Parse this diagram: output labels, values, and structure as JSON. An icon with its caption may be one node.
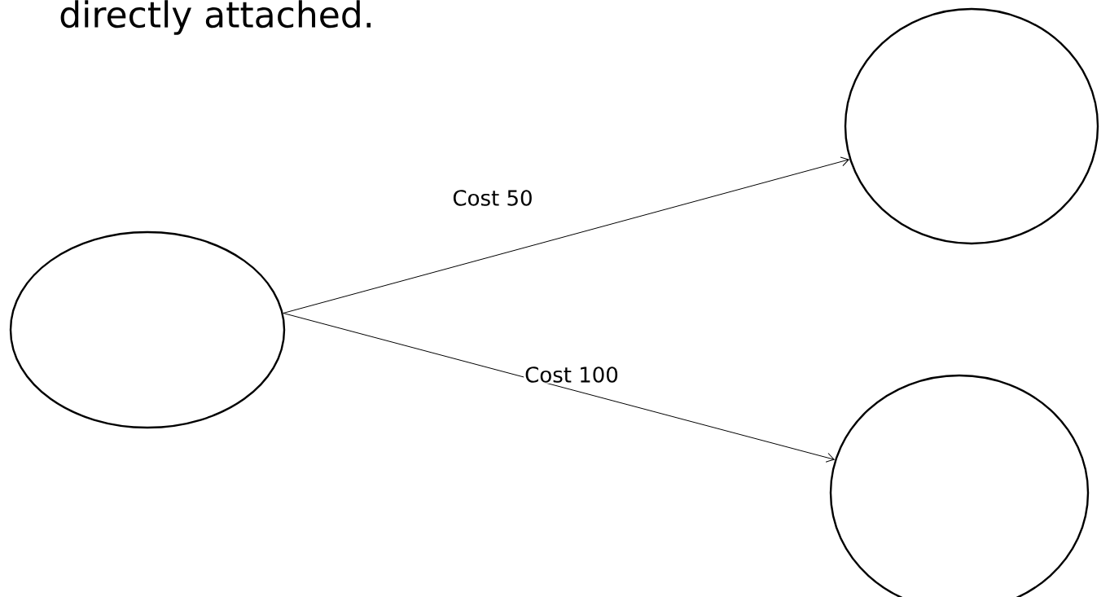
{
  "diagram": {
    "nodes": [
      {
        "text": [],
        "shape": "circle"
      },
      {
        "text": [],
        "shape": "circle"
      },
      {
        "text": [],
        "shape": "circle"
      }
    ],
    "edges": [
      {
        "from": 0,
        "to": 1,
        "arrow": "to",
        "label": "Cost 50"
      },
      {
        "from": 0,
        "to": 2,
        "arrow": "to",
        "label": "Cost 100"
      }
    ],
    "labels": [
      "directly attached."
    ]
  }
}
